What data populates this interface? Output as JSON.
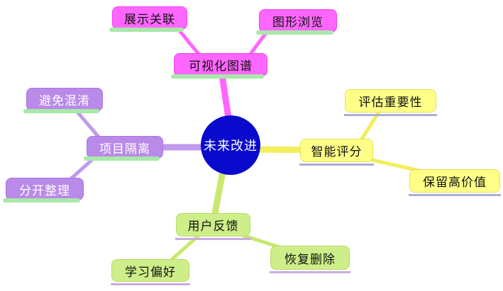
{
  "colors": {
    "root_fill": "#0a0acd",
    "root_text": "#ffffff",
    "magenta_fill": "#ff66ff",
    "magenta_border": "#ee44ee",
    "magenta_line": "#ff66ff",
    "purple_fill": "#b98ae8",
    "purple_border": "#ab75e0",
    "purple_line": "#c09aec",
    "purple_text": "#ffffff",
    "yellow_fill": "#ffff88",
    "yellow_border": "#e6e24f",
    "yellow_line": "#f2ee5c",
    "green_fill": "#cdee88",
    "green_border": "#b9dc62",
    "green_line": "#c6e96e",
    "shadow_green": "#a8e8a8",
    "shadow_lavender_yellow": "#a9aed6",
    "shadow_lavender_green": "#c9abe0",
    "text_dark": "#111111"
  },
  "mindmap": {
    "root": {
      "label": "未来改进"
    },
    "branches": [
      {
        "label": "可视化图谱",
        "children": [
          {
            "label": "展示关联"
          },
          {
            "label": "图形浏览"
          }
        ]
      },
      {
        "label": "智能评分",
        "children": [
          {
            "label": "评估重要性"
          },
          {
            "label": "保留高价值"
          }
        ]
      },
      {
        "label": "用户反馈",
        "children": [
          {
            "label": "学习偏好"
          },
          {
            "label": "恢复删除"
          }
        ]
      },
      {
        "label": "项目隔离",
        "children": [
          {
            "label": "避免混淆"
          },
          {
            "label": "分开整理"
          }
        ]
      }
    ]
  }
}
